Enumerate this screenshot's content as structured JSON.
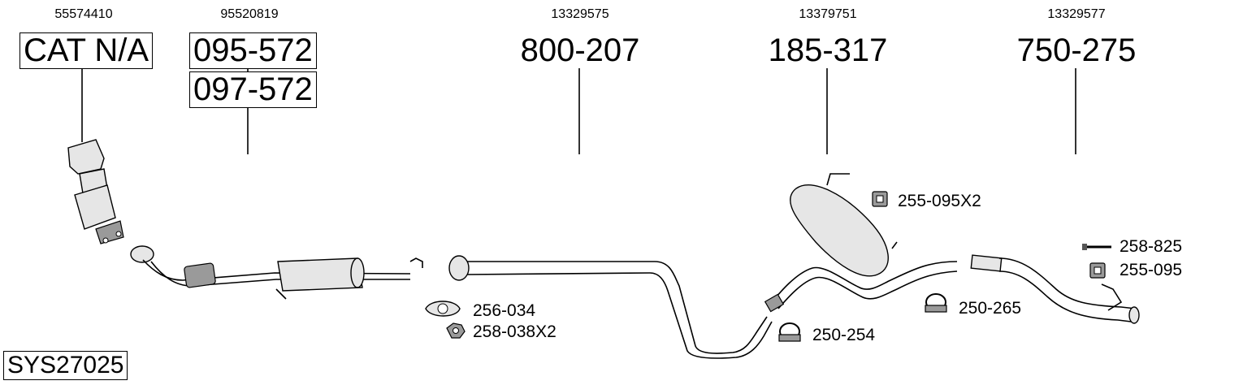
{
  "columns": [
    {
      "oem": "55574410",
      "parts": [
        "CAT N/A"
      ]
    },
    {
      "oem": "95520819",
      "parts": [
        "095-572",
        "097-572"
      ]
    },
    {
      "oem": "13329575",
      "parts": [
        "800-207"
      ]
    },
    {
      "oem": "13379751",
      "parts": [
        "185-317"
      ]
    },
    {
      "oem": "13329577",
      "parts": [
        "750-275"
      ]
    }
  ],
  "accessories": [
    {
      "label": "255-095X2"
    },
    {
      "label": "258-825"
    },
    {
      "label": "255-095"
    },
    {
      "label": "256-034"
    },
    {
      "label": "258-038X2"
    },
    {
      "label": "250-265"
    },
    {
      "label": "250-254"
    }
  ],
  "system_code": "SYS27025"
}
